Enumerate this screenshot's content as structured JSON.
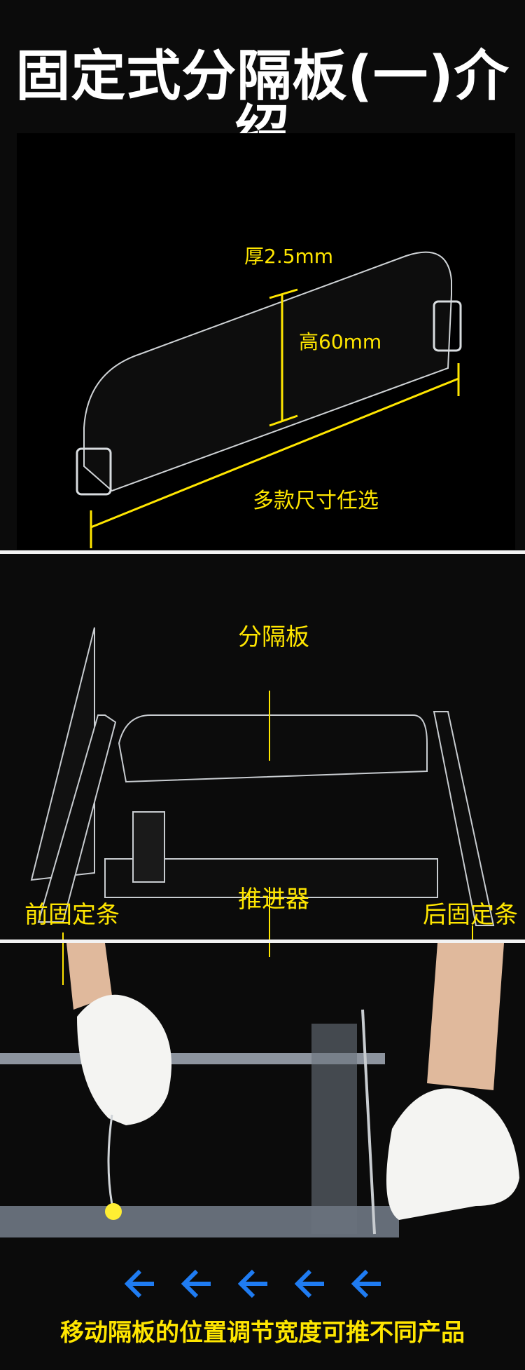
{
  "title": "固定式分隔板(一)介绍",
  "section1": {
    "thickness_label": "厚2.5mm",
    "height_label": "高60mm",
    "sizes_label": "多款尺寸任选"
  },
  "section2": {
    "divider_label": "分隔板",
    "pusher_label": "推进器",
    "front_strip_label": "前固定条",
    "rear_strip_label": "后固定条"
  },
  "section3": {
    "caption": "移动隔板的位置调节宽度可推不同产品",
    "arrow_icons": [
      "arrow-left-icon",
      "arrow-left-icon",
      "arrow-left-icon",
      "arrow-left-icon",
      "arrow-left-icon"
    ]
  },
  "colors": {
    "label_yellow": "#ffe600",
    "arrow_blue": "#1f7cf2",
    "title_white": "#ffffff"
  }
}
